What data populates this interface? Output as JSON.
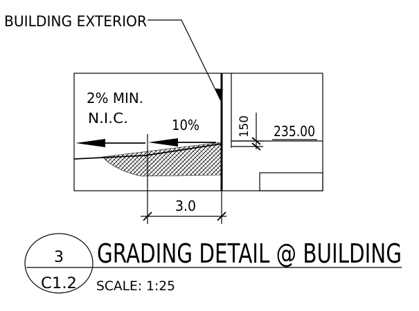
{
  "callout": {
    "label": "BUILDING EXTERIOR"
  },
  "slopes": {
    "left_line1": "2% MIN.",
    "left_line2": "N.I.C.",
    "right": "10%"
  },
  "dimensions": {
    "vertical": "150",
    "elevation": "235.00",
    "horizontal": "3.0"
  },
  "title_block": {
    "detail_number": "3",
    "sheet_number": "C1.2",
    "title": "GRADING DETAIL @ BUILDING",
    "scale": "SCALE: 1:25"
  }
}
